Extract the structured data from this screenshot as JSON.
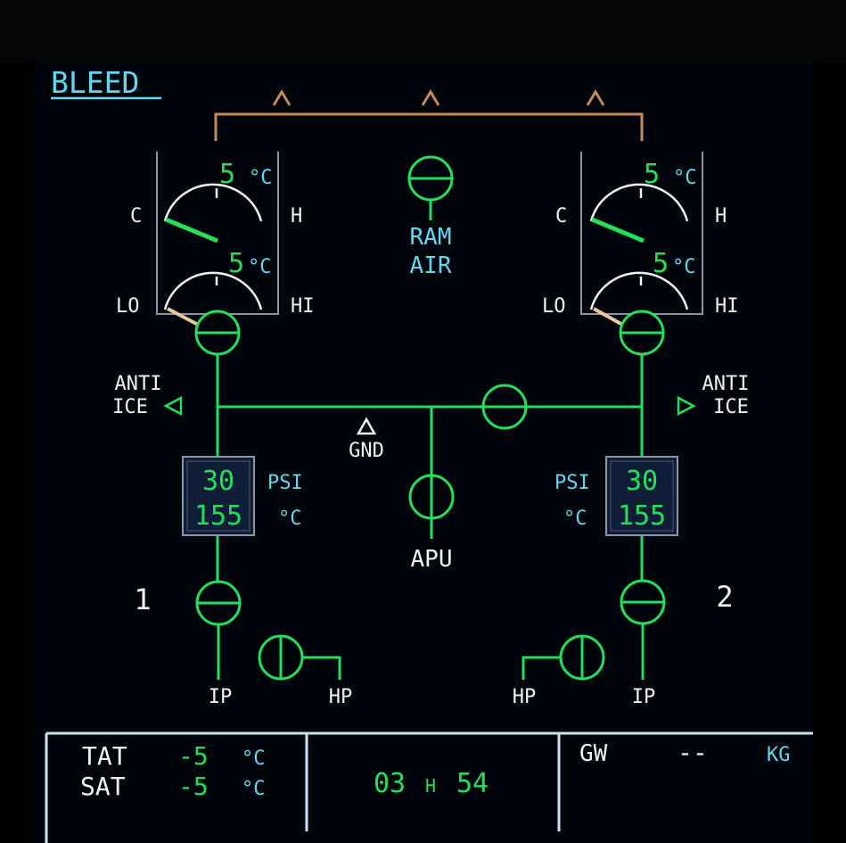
{
  "page": {
    "title": "BLEED"
  },
  "engine_left": {
    "number": "1",
    "temp_value": "5",
    "temp_unit": "°C",
    "temp_cold": "C",
    "temp_hot": "H",
    "valve_value": "5",
    "valve_unit": "°C",
    "valve_lo": "LO",
    "valve_hi": "HI",
    "anti_ice_line1": "ANTI",
    "anti_ice_line2": "ICE",
    "psi_value": "30",
    "psi_unit": "PSI",
    "temp2_value": "155",
    "temp2_unit": "°C",
    "ip_label": "IP",
    "hp_label": "HP"
  },
  "engine_right": {
    "number": "2",
    "temp_value": "5",
    "temp_unit": "°C",
    "temp_cold": "C",
    "temp_hot": "H",
    "valve_value": "5",
    "valve_unit": "°C",
    "valve_lo": "LO",
    "valve_hi": "HI",
    "anti_ice_line1": "ANTI",
    "anti_ice_line2": "ICE",
    "psi_value": "30",
    "psi_unit": "PSI",
    "temp2_value": "155",
    "temp2_unit": "°C",
    "ip_label": "IP",
    "hp_label": "HP"
  },
  "center": {
    "ram_air_line1": "RAM",
    "ram_air_line2": "AIR",
    "gnd_label": "GND",
    "apu_label": "APU"
  },
  "footer": {
    "tat_label": "TAT",
    "tat_value": "-5",
    "tat_unit": "°C",
    "sat_label": "SAT",
    "sat_value": "-5",
    "sat_unit": "°C",
    "time_hours": "03",
    "time_sep": "H",
    "time_minutes": "54",
    "gw_label": "GW",
    "gw_value": "--",
    "gw_unit": "KG"
  },
  "colors": {
    "green": "#22e05a",
    "cyan": "#5fd8f0",
    "white": "#f2f2f2",
    "amber": "#c98a52",
    "bezel_line": "#c8e4f2"
  }
}
